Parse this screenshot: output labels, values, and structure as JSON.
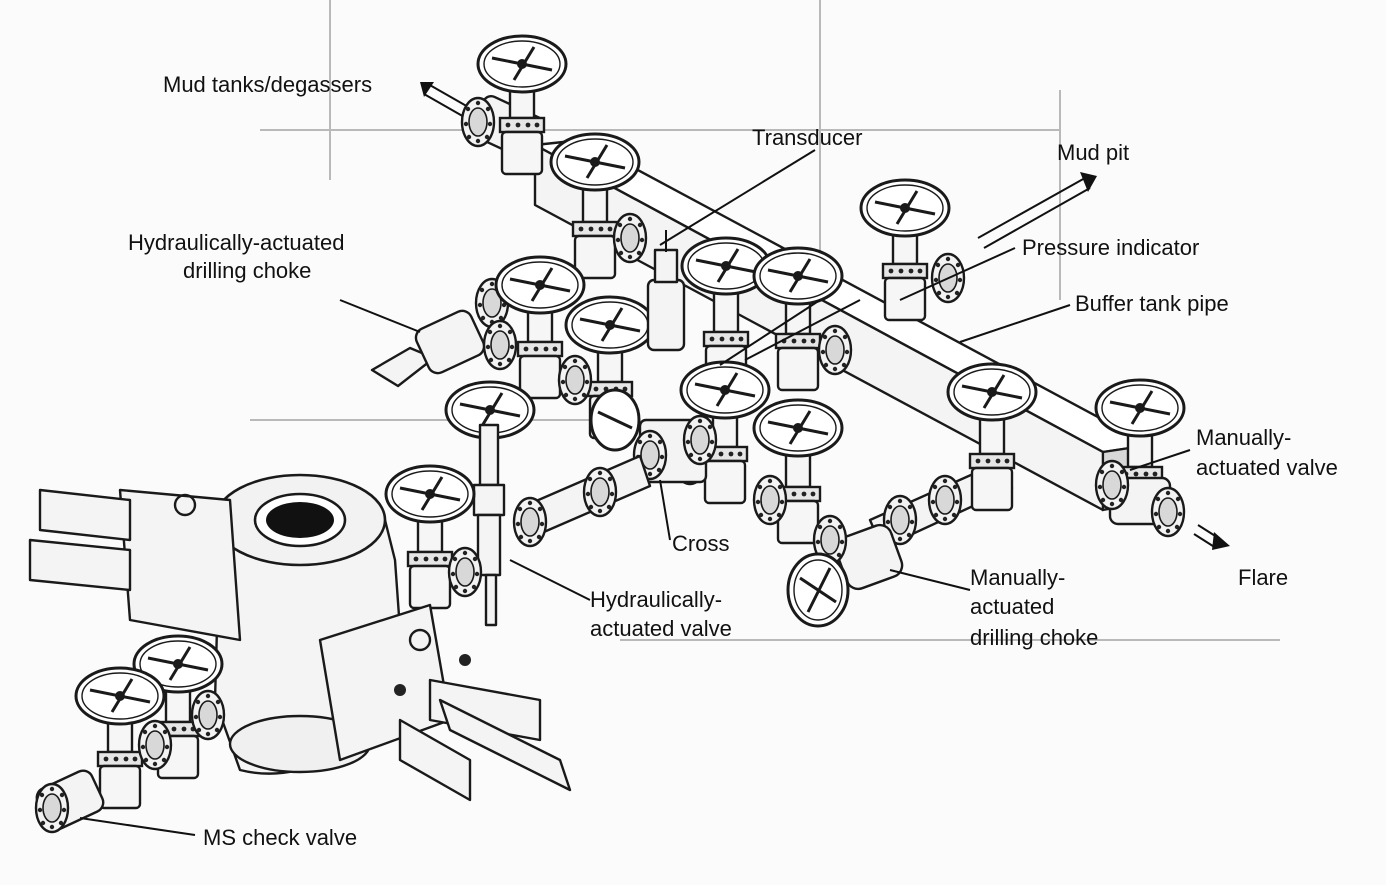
{
  "labels": {
    "mud_tanks": "Mud tanks/degassers",
    "transducer": "Transducer",
    "mud_pit": "Mud pit",
    "hyd_choke_1": "Hydraulically-actuated",
    "hyd_choke_2": "drilling choke",
    "pressure_indicator": "Pressure indicator",
    "buffer_tank_pipe": "Buffer tank pipe",
    "manual_valve_1": "Manually-",
    "manual_valve_2": "actuated valve",
    "cross": "Cross",
    "flare": "Flare",
    "hyd_valve_1": "Hydraulically-",
    "hyd_valve_2": "actuated valve",
    "man_choke_1": "Manually-",
    "man_choke_2": "actuated",
    "man_choke_3": "drilling choke",
    "ms_check_valve": "MS check valve"
  },
  "colors": {
    "ink": "#1a1a1a",
    "paper": "#fbfbfb"
  }
}
